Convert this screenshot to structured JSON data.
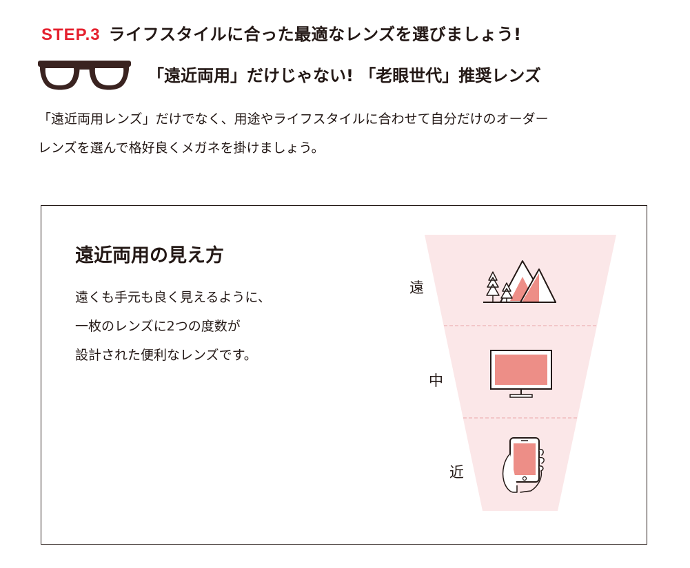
{
  "header": {
    "step_label": "STEP.3",
    "step_title": "ライフスタイルに合った最適なレンズを選びましょう!",
    "subtitle": "「遠近両用」だけじゃない! 「老眼世代」推奨レンズ"
  },
  "intro": {
    "lines": [
      "「遠近両用レンズ」だけでなく、用途やライフスタイルに合わせて自分だけのオーダー",
      "レンズを選んで格好良くメガネを掛けましょう。"
    ]
  },
  "panel": {
    "title": "遠近両用の見え方",
    "lines": [
      "遠くも手元も良く見えるように、",
      "一枚のレンズに2つの度数が",
      "設計された便利なレンズです。"
    ],
    "labels": {
      "far": "遠",
      "mid": "中",
      "near": "近"
    }
  },
  "colors": {
    "accent": "#e5202e",
    "frame": "#3a2320",
    "pink_bg": "#fbe7e8",
    "salmon": "#ed8e87",
    "text": "#231815"
  },
  "icons": [
    "glasses-icon",
    "mountain-icon",
    "monitor-icon",
    "smartphone-hand-icon"
  ]
}
